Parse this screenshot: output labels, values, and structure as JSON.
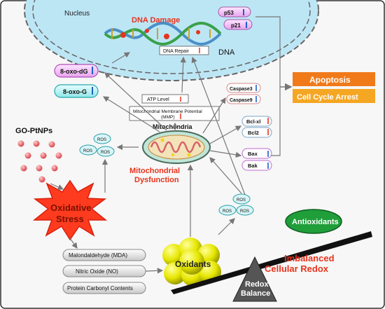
{
  "nucleus": {
    "label": "Nucleus",
    "dna_label": "DNA",
    "dna_damage": "DNA Damage",
    "dna_repair": "DNA Repair"
  },
  "markers": {
    "p53": "p53",
    "p21": "p21",
    "oxo_dg": "8-oxo-dG",
    "oxo_g": "8-oxo-G",
    "caspase3": "Caspase3",
    "caspase9": "Caspase9",
    "bclxl": "Bcl-xl",
    "bcl2": "Bcl2",
    "bax": "Bax",
    "bak": "Bak"
  },
  "outcomes": {
    "apoptosis": "Apoptosis",
    "cell_cycle_arrest": "Cell Cycle Arrest"
  },
  "mito": {
    "atp": "ATP Level",
    "mmp_line1": "Mitochondrial Membrane Potential",
    "mmp_line2": "(MMP)",
    "title": "Mitochondria",
    "dysfunction_line1": "Mitochondrial",
    "dysfunction_line2": "Dysfunction",
    "ros": "ROS"
  },
  "nanoparticles": {
    "label": "GO-PtNPs"
  },
  "stress": {
    "line1": "Oxidative",
    "line2": "Stress"
  },
  "products": {
    "mda": "Malondaldehyde (MDA)",
    "no": "Nitric Oxide (NO)",
    "pcc": "Protein Carbonyl Contents"
  },
  "redox": {
    "oxidants": "Oxidants",
    "antioxidants": "Antioxidants",
    "imbalanced_line1": "Imbalanced",
    "imbalanced_line2": "Cellular Redox",
    "balance_line1": "Redox",
    "balance_line2": "Balance"
  },
  "colors": {
    "apoptosis": "#f07a1a",
    "cell_cycle_arrest": "#f5a623",
    "stress_star": "#ff3b1f",
    "oxidants": "#e6e600",
    "antioxidants": "#1f9e3a",
    "nucleus": "#bde6f5",
    "title_red": "#e8331c"
  }
}
